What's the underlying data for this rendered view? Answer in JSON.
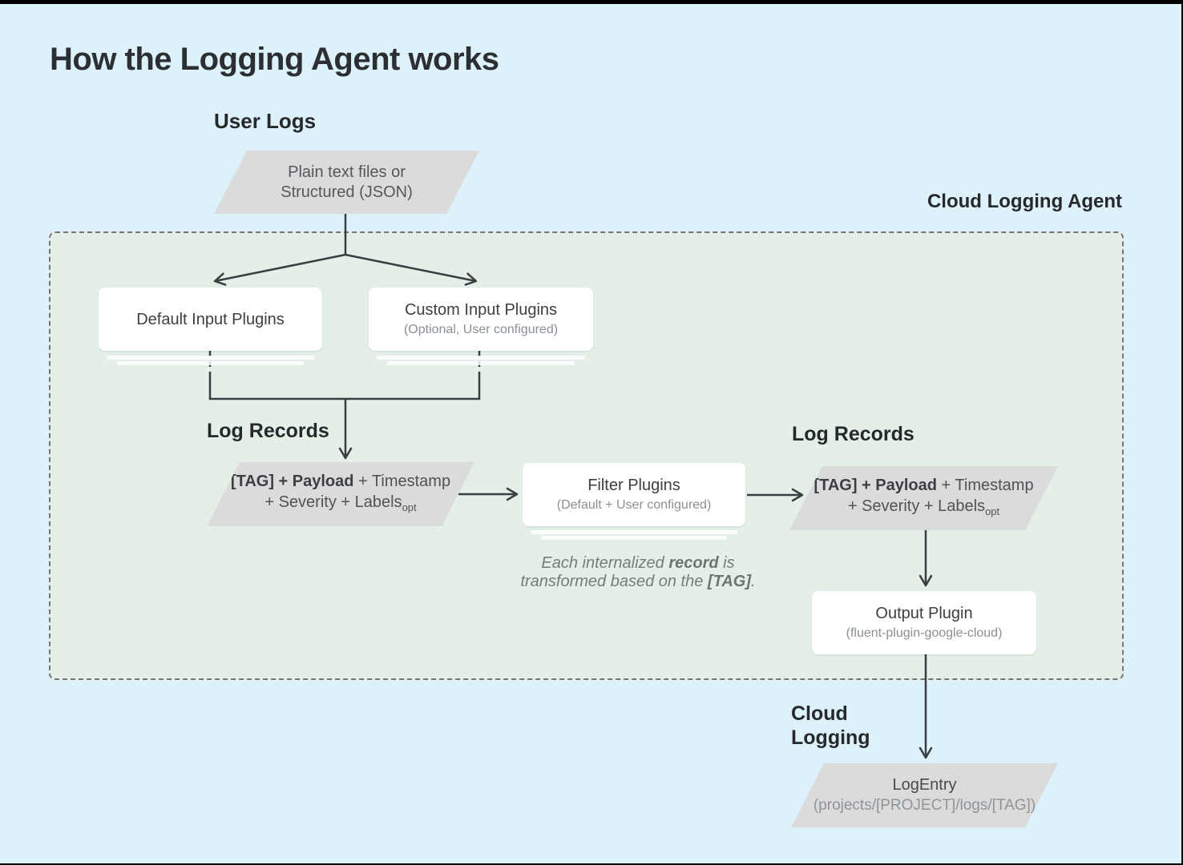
{
  "page": {
    "title": "How the Logging Agent works"
  },
  "labels": {
    "user_logs": "User Logs",
    "cloud_logging_agent": "Cloud Logging Agent",
    "log_records": "Log Records",
    "cloud_line1": "Cloud",
    "cloud_line2": "Logging"
  },
  "nodes": {
    "user_input": {
      "line1": "Plain text files or",
      "line2": "Structured (JSON)"
    },
    "default_input": {
      "title": "Default Input Plugins"
    },
    "custom_input": {
      "title": "Custom Input Plugins",
      "subtitle": "(Optional, User configured)"
    },
    "filter": {
      "title": "Filter Plugins",
      "subtitle": "(Default + User configured)"
    },
    "output": {
      "title": "Output Plugin",
      "subtitle": "(fluent-plugin-google-cloud)"
    },
    "log_entry": {
      "title": "LogEntry",
      "subtitle": "(projects/[PROJECT]/logs/[TAG])"
    },
    "log_record": {
      "bold": "[TAG] + Payload",
      "rest": " + Timestamp",
      "line2": "+ Severity + Labels",
      "sub": "opt"
    }
  },
  "note": {
    "l1a": "Each internalized ",
    "l1b": "record",
    "l1c": " is",
    "l2a": "transformed based on the ",
    "l2b": "[TAG]",
    "l2c": "."
  },
  "colors": {
    "background": "#ddf1fb",
    "agent_fill": "#e3efe7",
    "agent_border": "#757575",
    "shape_fill": "#dbdbdb",
    "node_fill": "#ffffff",
    "arrow": "#3a3e41",
    "text_primary": "#3c4043",
    "text_secondary": "#8a9095",
    "label_color": "#26292c"
  }
}
